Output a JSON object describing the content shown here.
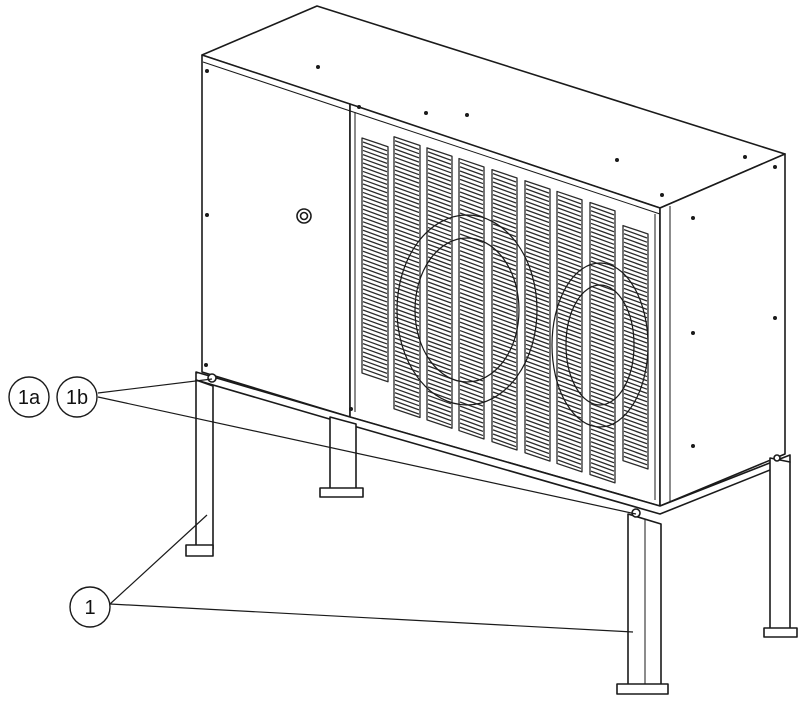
{
  "callouts": {
    "c1a": "1a",
    "c1b": "1b",
    "c1": "1"
  },
  "colors": {
    "line": "#1a1a1a",
    "fill": "#ffffff",
    "grille": "#2b2b2b"
  }
}
